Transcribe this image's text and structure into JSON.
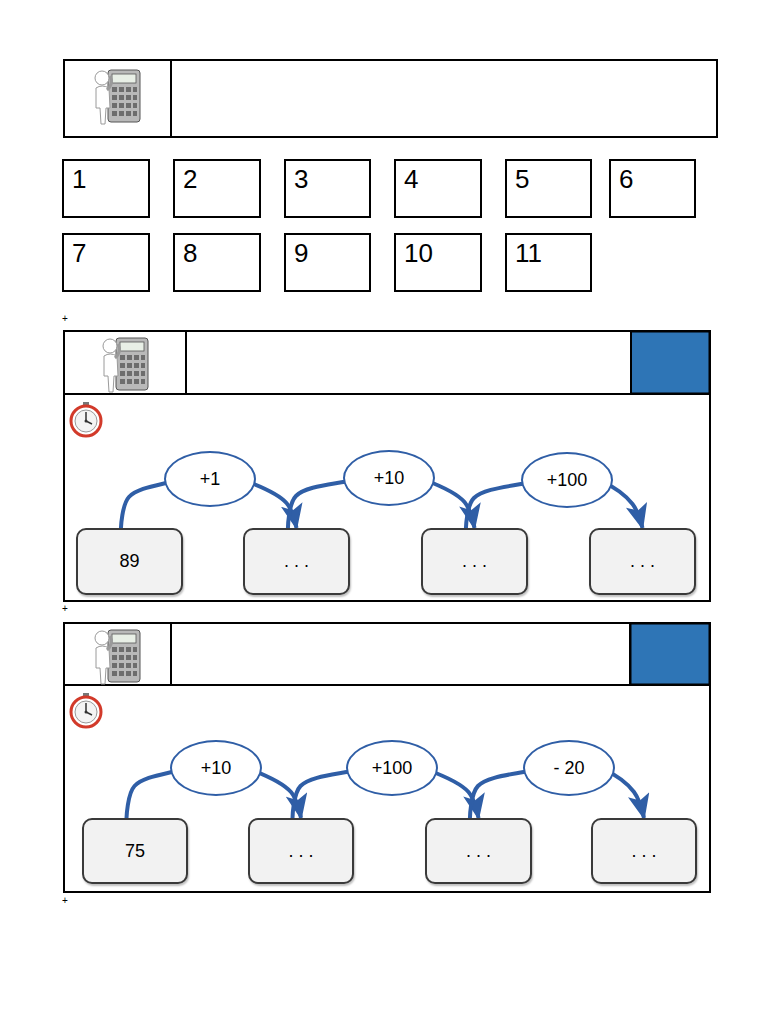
{
  "diagram": {
    "nodes": [
      {
        "text": [
          "1"
        ]
      },
      {
        "text": [
          "2"
        ]
      },
      {
        "text": [
          "3"
        ]
      },
      {
        "text": [
          "4"
        ]
      },
      {
        "text": [
          "5"
        ]
      },
      {
        "text": [
          "6"
        ]
      },
      {
        "text": [
          "7"
        ]
      },
      {
        "text": [
          "8"
        ]
      },
      {
        "text": [
          "9"
        ]
      },
      {
        "text": [
          "10"
        ]
      },
      {
        "text": [
          "11"
        ]
      },
      {
        "text": [
          "89"
        ]
      },
      {
        "text": [
          ". . ."
        ]
      },
      {
        "text": [
          ". . ."
        ]
      },
      {
        "text": [
          ". . ."
        ]
      },
      {
        "text": [
          "75"
        ]
      },
      {
        "text": [
          ". . ."
        ]
      },
      {
        "text": [
          ". . ."
        ]
      },
      {
        "text": [
          ". . ."
        ]
      }
    ],
    "edges": [
      {
        "from": 11,
        "to": 12,
        "arrow": "to",
        "label": "+1"
      },
      {
        "from": 12,
        "to": 13,
        "arrow": "to",
        "label": "+10"
      },
      {
        "from": 13,
        "to": 14,
        "arrow": "to",
        "label": "+100"
      },
      {
        "from": 15,
        "to": 16,
        "arrow": "to",
        "label": "+10"
      },
      {
        "from": 16,
        "to": 17,
        "arrow": "to",
        "label": "+100"
      },
      {
        "from": 17,
        "to": 18,
        "arrow": "to",
        "label": "- 20"
      }
    ],
    "labels": [
      "+",
      "+",
      "+"
    ]
  }
}
